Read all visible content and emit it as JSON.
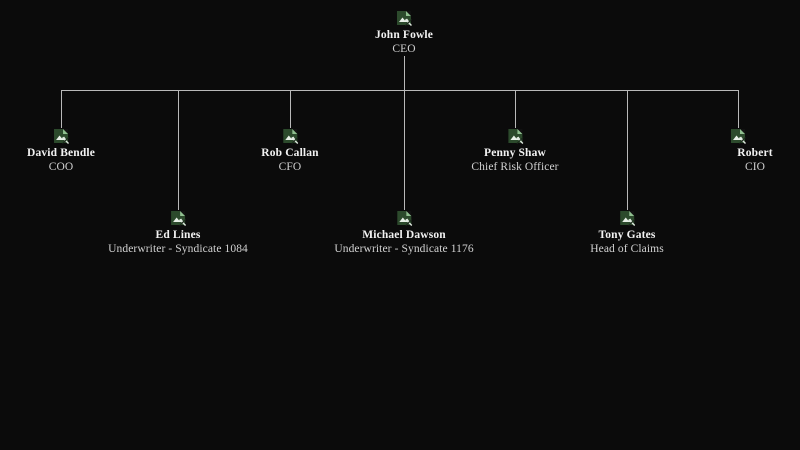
{
  "page": {
    "background_color": "#0b0b0b",
    "connector_color": "#b9b9b9",
    "name_color": "#f2f2f2",
    "title_color": "#d2d2d2"
  },
  "icon": {
    "semantic_name": "broken-image-icon",
    "description": "broken image placeholder"
  },
  "org_chart": {
    "root": {
      "name": "John Fowle",
      "title": "CEO"
    },
    "nodes": [
      {
        "name": "David Bendle",
        "title": "COO"
      },
      {
        "name": "Ed Lines",
        "title": "Underwriter - Syndicate 1084"
      },
      {
        "name": "Rob Callan",
        "title": "CFO"
      },
      {
        "name": "Michael Dawson",
        "title": "Underwriter - Syndicate 1176"
      },
      {
        "name": "Penny Shaw",
        "title": "Chief Risk Officer"
      },
      {
        "name": "Tony Gates",
        "title": "Head of Claims"
      },
      {
        "name": "Robert",
        "title": "CIO"
      }
    ]
  }
}
